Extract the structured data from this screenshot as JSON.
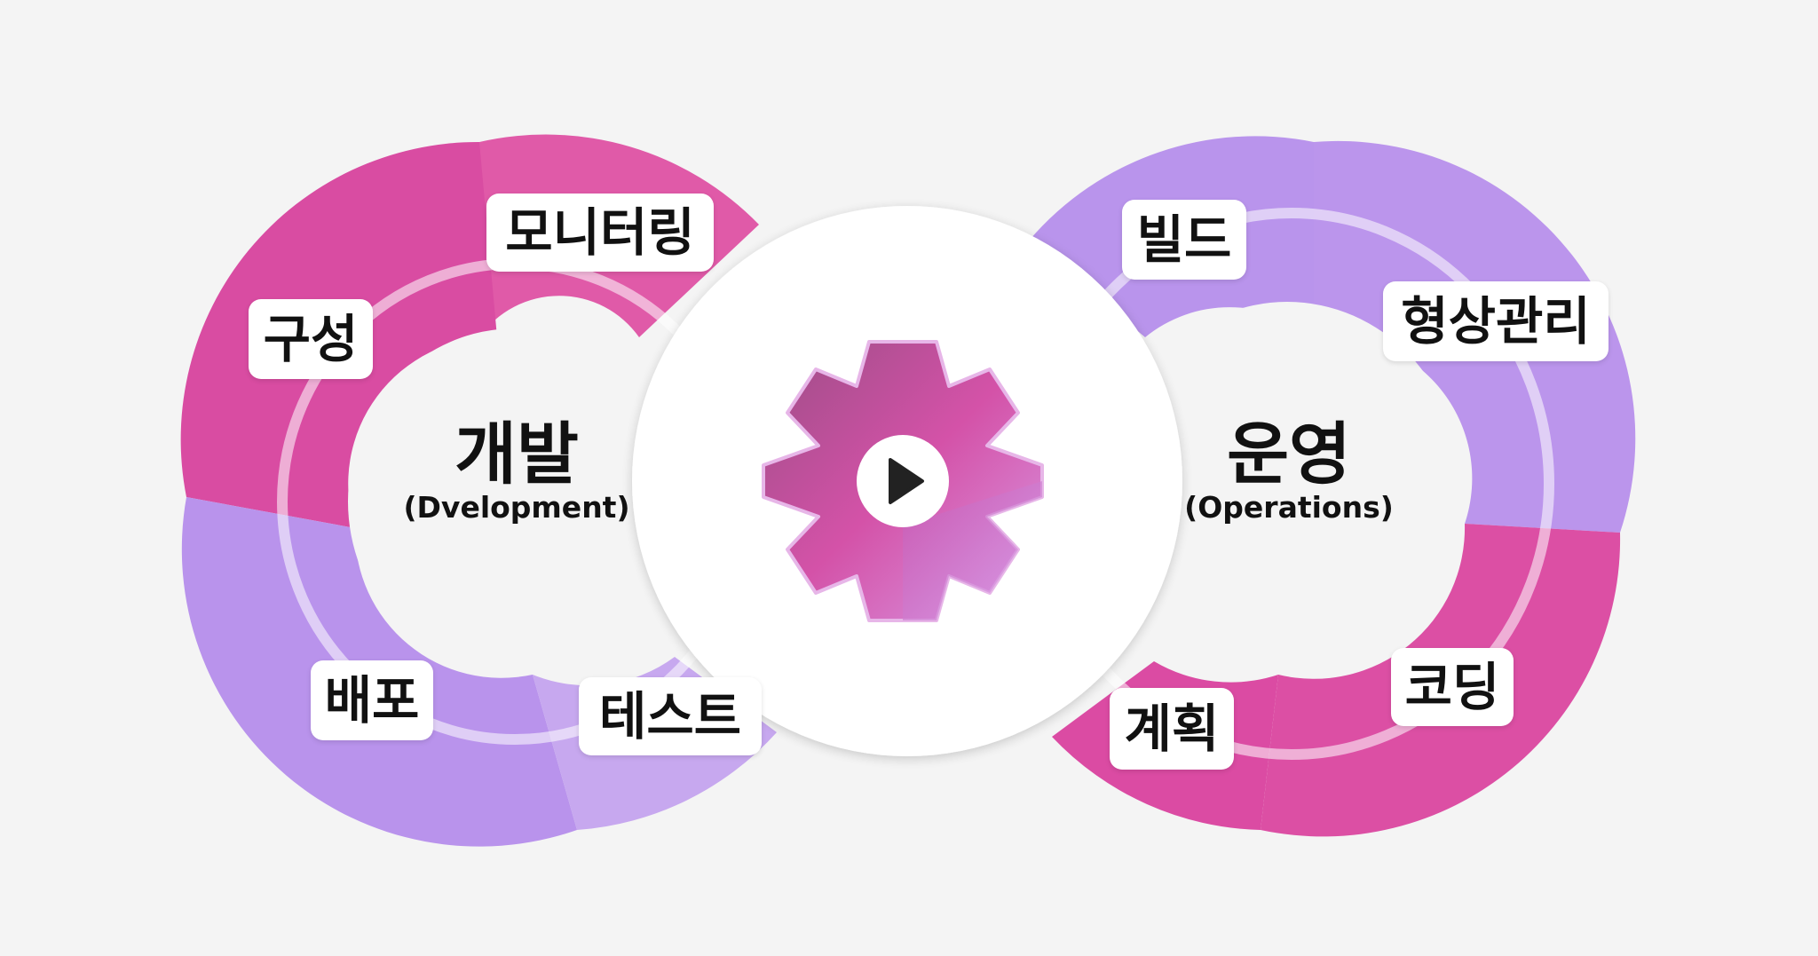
{
  "dev_loop": {
    "title": "개발",
    "subtitle": "(Dvelopment)",
    "labels": {
      "monitoring": "모니터링",
      "config": "구성",
      "deploy": "배포",
      "test": "테스트"
    }
  },
  "ops_loop": {
    "title": "운영",
    "subtitle": "(Operations)",
    "labels": {
      "build": "빌드",
      "config_mgmt": "형상관리",
      "coding": "코딩",
      "plan": "계획"
    }
  },
  "center": {
    "icon": "gear-play-icon"
  },
  "colors": {
    "background": "#f4f4f4",
    "pink": "#db4ba3",
    "lavender": "#b79aee",
    "light_pink": "#f0a6d0",
    "gear_dark": "#a0508f",
    "play_button": "#222222"
  }
}
